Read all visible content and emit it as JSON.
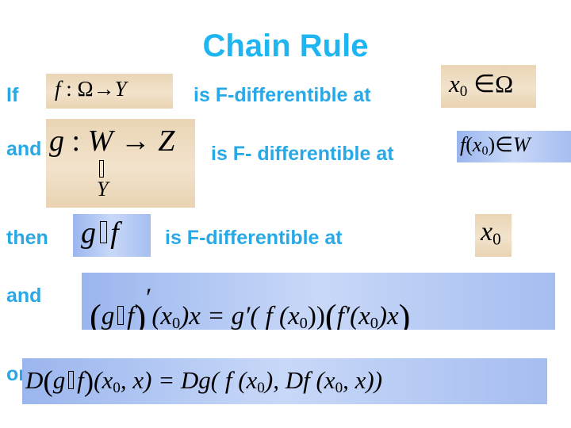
{
  "slide": {
    "title": "Chain Rule",
    "rows": [
      {
        "label": "If",
        "text": "is F-differentible at"
      },
      {
        "label": "and",
        "text": "is F- differentible at"
      },
      {
        "label": "then",
        "text": "is F-differentible  at"
      },
      {
        "label": "and"
      },
      {
        "label": "or"
      }
    ]
  },
  "math": {
    "f_map": {
      "f": "f",
      "colon": ":",
      "omega": "Ω",
      "arrow": "→",
      "y": "Y"
    },
    "x0_in_omega": {
      "x": "x",
      "sub": "0",
      "in": "∈",
      "omega": "Ω"
    },
    "g_map": {
      "g": "g",
      "colon": ":",
      "w": "W",
      "arrow": "→",
      "z": "Z",
      "below": "Y"
    },
    "fx0_in_w": {
      "f": "f",
      "open": "(",
      "x": "x",
      "sub": "0",
      "close": ")",
      "in": "∈",
      "w": "W"
    },
    "gf": {
      "g": "g",
      "f": "f"
    },
    "x0": {
      "x": "x",
      "sub": "0"
    },
    "formula1": {
      "open": "(",
      "g": "g",
      "f": "f",
      "close": ")",
      "prime": "′",
      "args": "(x",
      "sub": "0",
      "rest": ")x = g′( f (x",
      "sub2": "0",
      "rest2": "))",
      "open2": "(",
      "fprime": "f′(x",
      "sub3": "0",
      "rest3": ")x",
      "close2": ")"
    },
    "formula2": {
      "d": "D",
      "open": "(",
      "g": "g",
      "f": "f",
      "close": ")",
      "args": "(x",
      "sub": "0",
      "rest": ", x) = Dg( f (x",
      "sub2": "0",
      "rest2": "), Df (x",
      "sub3": "0",
      "rest3": ", x))"
    }
  }
}
